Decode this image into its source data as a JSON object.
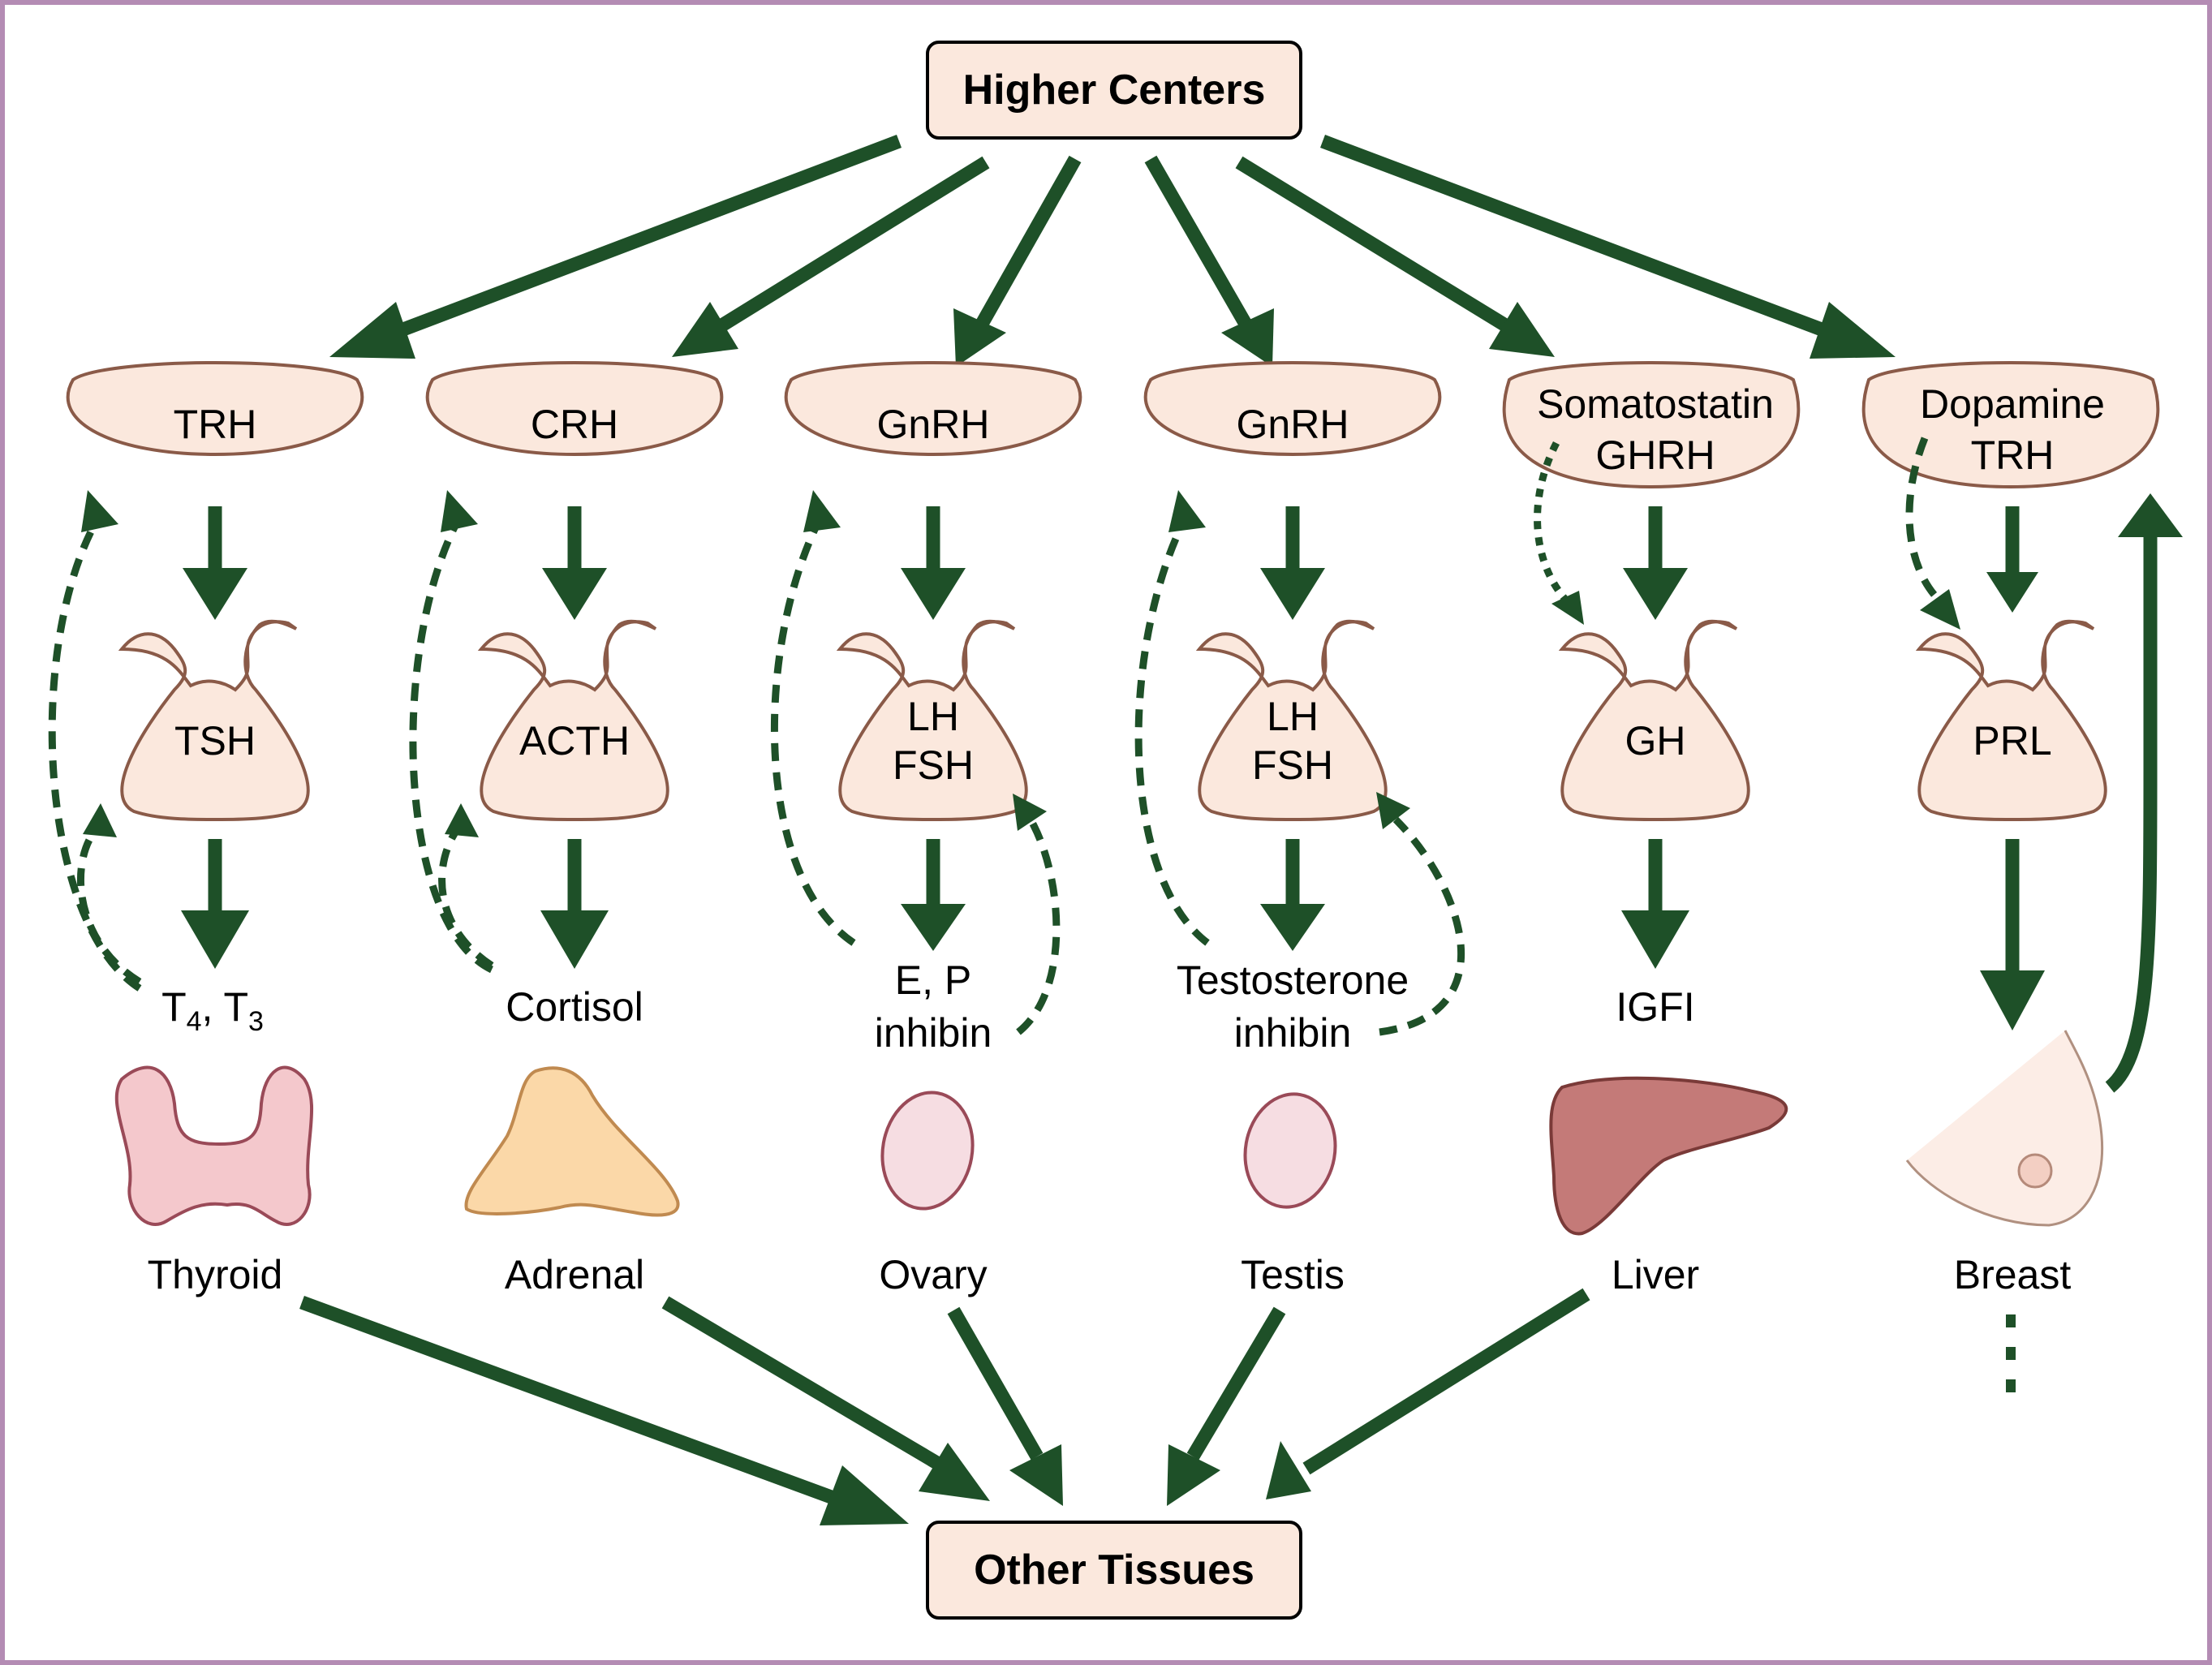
{
  "top_box": "Higher Centers",
  "bottom_box": "Other Tissues",
  "hypothalamus": [
    "TRH",
    "CRH",
    "GnRH",
    "GnRH",
    [
      "Somatostatin",
      "GHRH"
    ],
    [
      "Dopamine",
      "TRH"
    ]
  ],
  "pituitary": [
    "TSH",
    "ACTH",
    [
      "LH",
      "FSH"
    ],
    [
      "LH",
      "FSH"
    ],
    "GH",
    "PRL"
  ],
  "products": {
    "thyroid": {
      "t4": "T",
      "t4_sub": "4",
      "sep": ", ",
      "t3": "T",
      "t3_sub": "3"
    },
    "adrenal": "Cortisol",
    "ovary": [
      "E, P",
      "inhibin"
    ],
    "testis": [
      "Testosterone",
      "inhibin"
    ],
    "liver": "IGFI"
  },
  "organs": [
    "Thyroid",
    "Adrenal",
    "Ovary",
    "Testis",
    "Liver",
    "Breast"
  ],
  "colors": {
    "arrow": "#1e5028",
    "gland_fill": "#fbe8dd",
    "gland_stroke": "#8a5a48",
    "frame": "#b48cb4"
  }
}
